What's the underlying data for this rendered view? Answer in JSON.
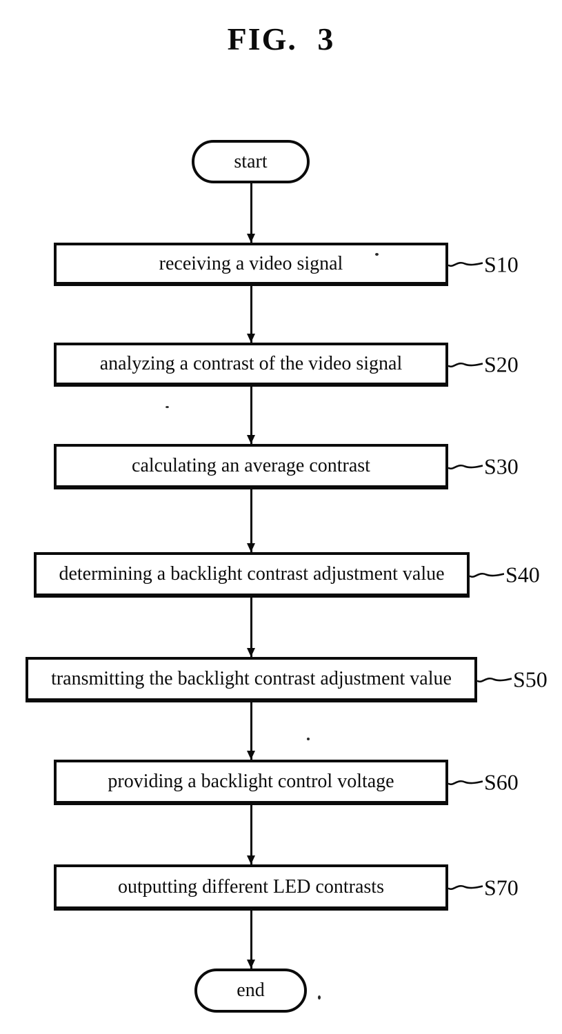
{
  "figure": {
    "title": "FIG. 3"
  },
  "flowchart": {
    "type": "flowchart",
    "ink_color": "#0b0b0b",
    "background_color": "#ffffff",
    "start": "start",
    "end": "end",
    "steps": [
      {
        "text": "receiving a video signal",
        "label": "S10"
      },
      {
        "text": "analyzing a contrast of the video signal",
        "label": "S20"
      },
      {
        "text": "calculating an average contrast",
        "label": "S30"
      },
      {
        "text": "determining a backlight contrast adjustment value",
        "label": "S40"
      },
      {
        "text": "transmitting the backlight contrast adjustment value",
        "label": "S50"
      },
      {
        "text": "providing a backlight control voltage",
        "label": "S60"
      },
      {
        "text": "outputting different LED contrasts",
        "label": "S70"
      }
    ]
  }
}
